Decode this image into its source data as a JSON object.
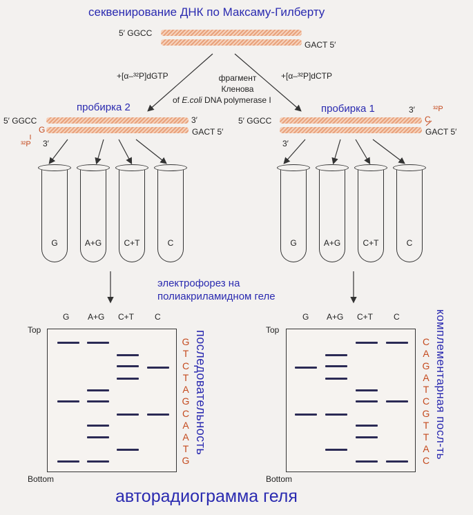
{
  "title": "секвенирование ДНК по Максаму-Гилберту",
  "top_strand_left": "5′ GGCC",
  "top_strand_right": "GACT 5′",
  "reagent_left": "+[α–³²P]dGTP",
  "reagent_right": "+[α–³²P]dCTP",
  "klenow_line1": "фрагмент",
  "klenow_line2": "Кленова",
  "klenow_line3_pre": "of ",
  "klenow_line3_italic": "E.coli",
  "klenow_line3_post": " DNA polymerase I",
  "tube2": {
    "label": "пробирка 2",
    "five_prime": "5′ GGCC",
    "g": "G",
    "p32": "³²P",
    "three_prime_a": "3′",
    "three_prime_b": "3′",
    "gact": "GACT 5′"
  },
  "tube1": {
    "label": "пробирка 1",
    "five_prime": "5′ GGCC",
    "c": "C",
    "p32": "³²P",
    "three_prime_a": "3′",
    "three_prime_b": "3′",
    "gact": "GACT 5′"
  },
  "tube_labels": [
    "G",
    "A+G",
    "C+T",
    "C"
  ],
  "electrophoresis_line1": "электрофорез на",
  "electrophoresis_line2": "полиакриламидном геле",
  "gel_columns": [
    "G",
    "A+G",
    "C+T",
    "C"
  ],
  "gel_top": "Top",
  "gel_bottom": "Bottom",
  "left_sequence": [
    "G",
    "T",
    "C",
    "T",
    "A",
    "G",
    "C",
    "A",
    "A",
    "T",
    "G"
  ],
  "right_sequence": [
    "C",
    "A",
    "G",
    "A",
    "T",
    "C",
    "G",
    "T",
    "T",
    "A",
    "C"
  ],
  "left_vertical": "последовательность",
  "right_vertical": "комплементарная посл-ть",
  "footer": "авторадиограмма геля",
  "colors": {
    "title_blue": "#2a2ab0",
    "label_red": "#c44a1e",
    "band": "#2b2a55",
    "strand": "#e8a27c"
  }
}
